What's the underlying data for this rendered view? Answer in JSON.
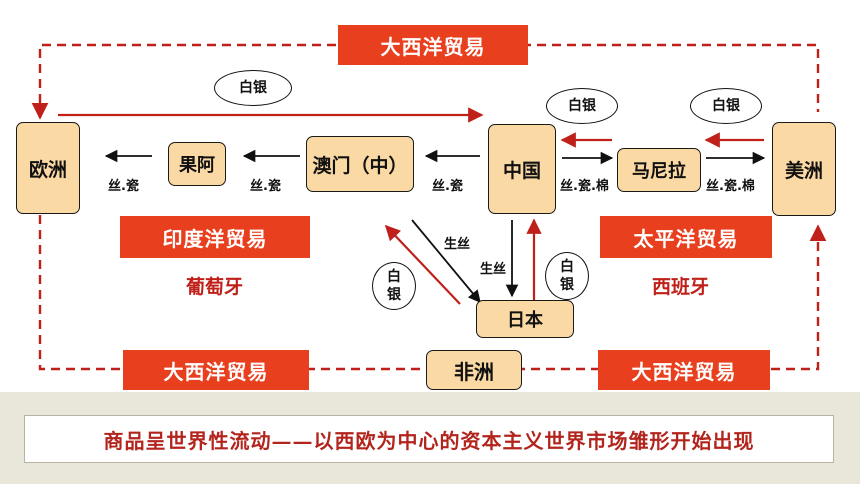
{
  "nodes": {
    "europe": "欧洲",
    "goa": "果阿",
    "macau": "澳门（中）",
    "china": "中国",
    "manila": "马尼拉",
    "americas": "美洲",
    "japan": "日本",
    "africa": "非洲"
  },
  "banners": {
    "atlantic_top": "大西洋贸易",
    "indian_ocean": "印度洋贸易",
    "pacific": "太平洋贸易",
    "atlantic_bottom_left": "大西洋贸易",
    "atlantic_bottom_right": "大西洋贸易"
  },
  "goods": {
    "goa_to_europe": "丝.瓷",
    "macau_to_goa": "丝.瓷",
    "china_to_macau": "丝.瓷",
    "china_to_manila": "丝.瓷.棉",
    "manila_to_americas": "丝.瓷.棉",
    "raw_silk_to_japan": "生丝",
    "china_to_japan": "生丝"
  },
  "silver": {
    "europe_route": "白银",
    "manila_to_china": "白银",
    "americas_to_manila": "白银",
    "japan_to_macau": "白\n银",
    "japan_to_china": "白\n银"
  },
  "powers": {
    "portugal": "葡萄牙",
    "spain": "西班牙"
  },
  "conclusion": "商品呈世界性流动——以西欧为中心的资本主义世界市场雏形开始出现",
  "colors": {
    "node_fill": "#fbd9a4",
    "banner_fill": "#e8401f",
    "route_red": "#c0201a",
    "arrow_black": "#111111"
  }
}
